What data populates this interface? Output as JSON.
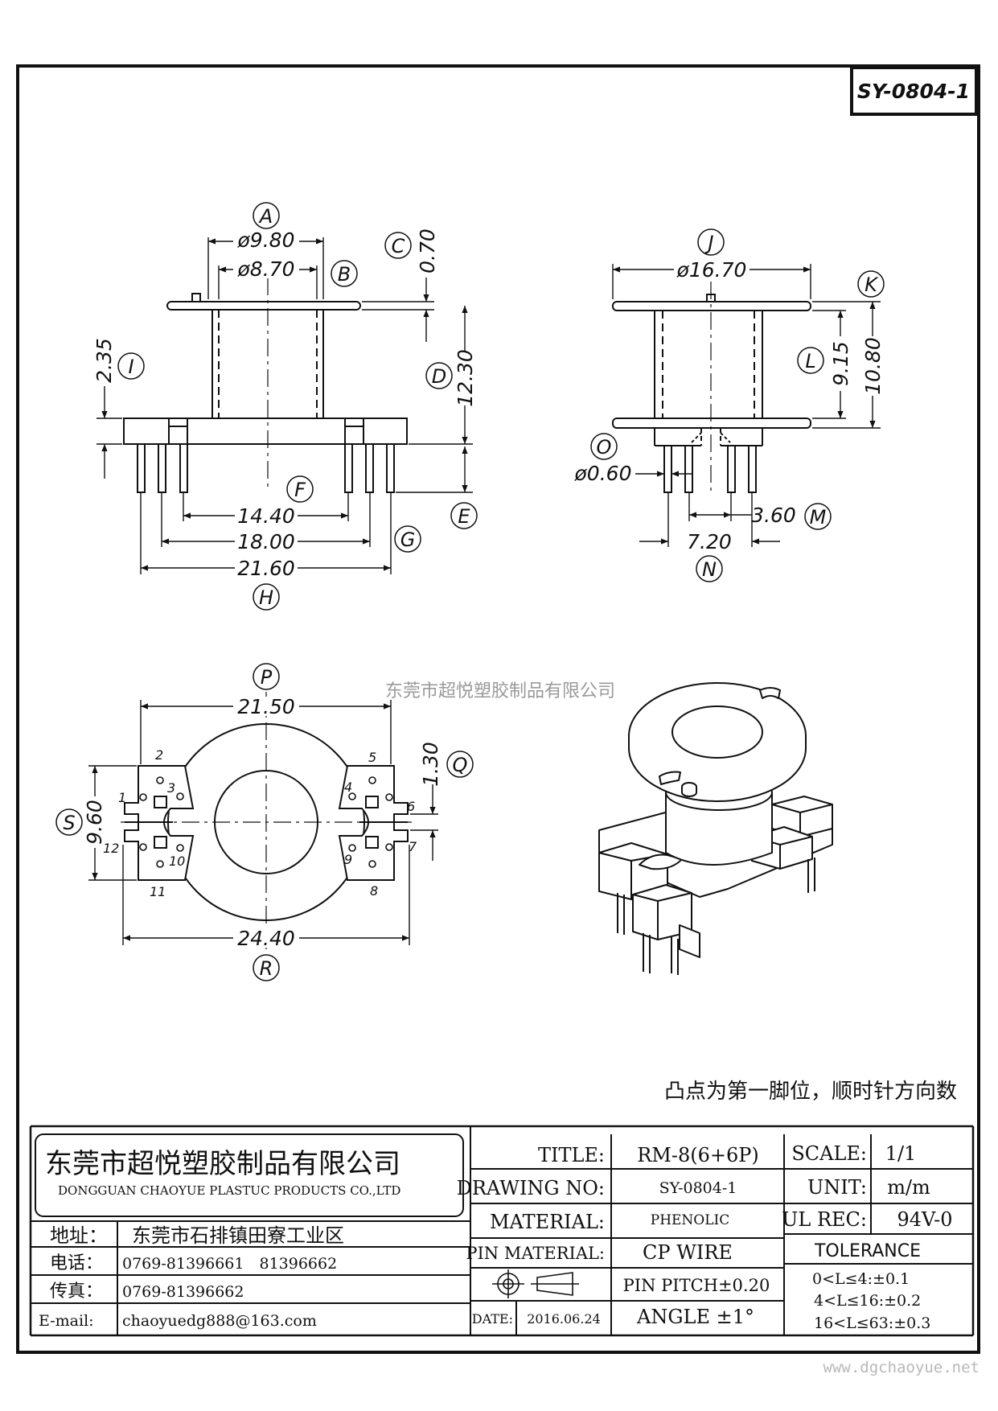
{
  "drawing": {
    "code": "SY-0804-1",
    "watermark": "东莞市超悦塑胶制品有限公司",
    "note": "凸点为第一脚位，顺时针方向数",
    "website": "www.dgchaoyue.net"
  },
  "side_view": {
    "dims": {
      "d1": "ø9.80",
      "d2": "ø8.70",
      "d3": "0.70",
      "d4": "12.30",
      "d5": "2.35",
      "d6": "14.40",
      "d7": "18.00",
      "d8": "21.60"
    },
    "labels": {
      "A": "A",
      "B": "B",
      "C": "C",
      "D": "D",
      "E": "E",
      "F": "F",
      "G": "G",
      "H": "H",
      "I": "I"
    }
  },
  "front_view": {
    "dims": {
      "d1": "ø16.70",
      "d2": "9.15",
      "d3": "10.80",
      "d4": "ø0.60",
      "d5": "3.60",
      "d6": "7.20"
    },
    "labels": {
      "J": "J",
      "K": "K",
      "L": "L",
      "M": "M",
      "N": "N",
      "O": "O"
    }
  },
  "bottom_view": {
    "dims": {
      "d1": "21.50",
      "d2": "1.30",
      "d3": "9.60",
      "d4": "24.40"
    },
    "labels": {
      "P": "P",
      "Q": "Q",
      "R": "R",
      "S": "S"
    },
    "pins": [
      "1",
      "2",
      "3",
      "4",
      "5",
      "6",
      "7",
      "8",
      "9",
      "10",
      "11",
      "12"
    ]
  },
  "title_block": {
    "company_cn": "东莞市超悦塑胶制品有限公司",
    "company_en": "DONGGUAN CHAOYUE PLASTUC PRODUCTS CO.,LTD",
    "address_label": "地址：",
    "address": "东莞市石排镇田寮工业区",
    "phone_label": "电话：",
    "phone": "0769-81396661　81396662",
    "fax_label": "传真：",
    "fax": "0769-81396662",
    "email_label": "E-mail:",
    "email": "chaoyuedg888@163.com",
    "title_label": "TITLE:",
    "title": "RM-8(6+6P)",
    "drawing_no_label": "DRAWING NO:",
    "drawing_no": "SY-0804-1",
    "material_label": "MATERIAL:",
    "material": "PHENOLIC",
    "pin_material_label": "PIN MATERIAL:",
    "pin_material": "CP WIRE",
    "pin_pitch": "PIN PITCH±0.20",
    "angle": "ANGLE  ±1°",
    "date_label": "DATE:",
    "date": "2016.06.24",
    "scale_label": "SCALE:",
    "scale": "1/1",
    "unit_label": "UNIT:",
    "unit": "m/m",
    "ul_rec_label": "UL REC:",
    "ul_rec": "94V-0",
    "tolerance_label": "TOLERANCE",
    "tolerance_1": "0<L≤4:±0.1",
    "tolerance_2": "4<L≤16:±0.2",
    "tolerance_3": "16<L≤63:±0.3"
  }
}
